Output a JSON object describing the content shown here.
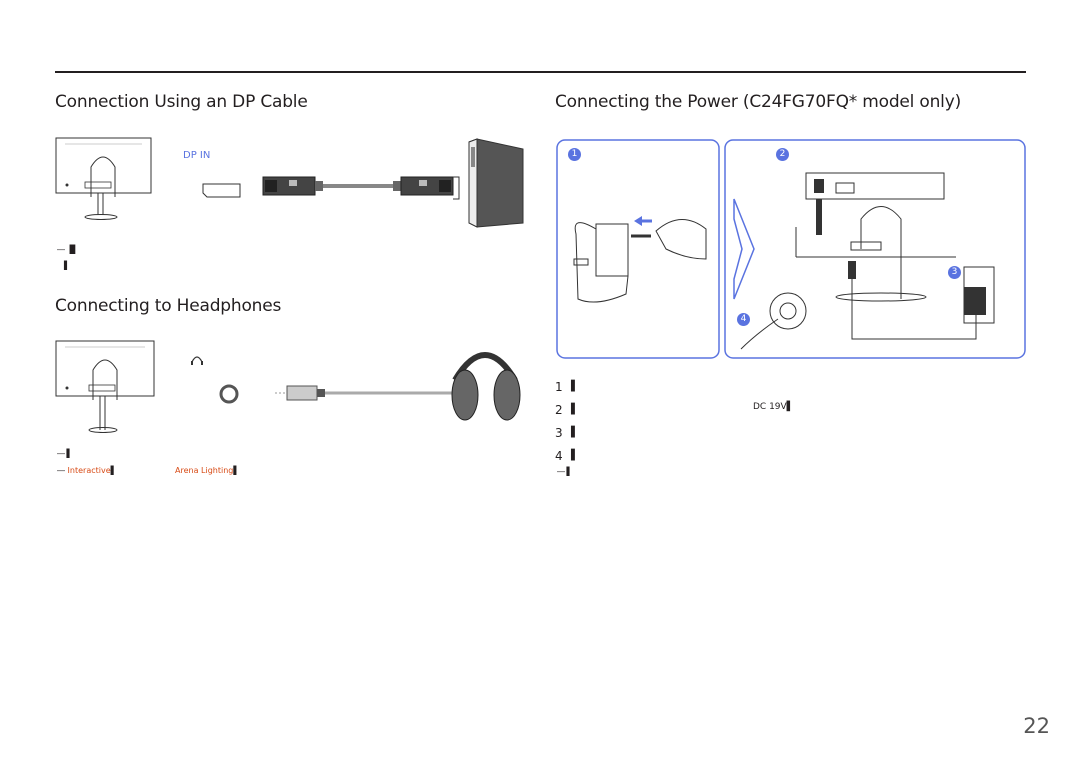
{
  "headings": {
    "dp": "Connection Using an DP Cable",
    "headphones": "Connecting to Headphones",
    "power": "Connecting the Power (C24FG70FQ* model only)"
  },
  "dp_figure": {
    "port_label": "DP IN"
  },
  "notes": {
    "dp_note_1": "― ▐▌",
    "dp_note_2": "▌",
    "hp_note_1": "― ▌",
    "hp_note_2_prefix": "― ",
    "hp_note_2_interactive": "Interactive",
    "hp_note_2_mid": "▌",
    "hp_note_2_arena": "Arena Lighting",
    "hp_note_2_end": "▌",
    "power_note": "― ▌"
  },
  "power_figure": {
    "badges": [
      "1",
      "2",
      "3",
      "4"
    ]
  },
  "steps": [
    {
      "num": "1",
      "text": "▌"
    },
    {
      "num": "2",
      "text": "▌",
      "extra": "DC 19V▌"
    },
    {
      "num": "3",
      "text": "▌"
    },
    {
      "num": "4",
      "text": "▌"
    }
  ],
  "page_number": "22",
  "colors": {
    "accent": "#5a73e0",
    "orange": "#d84b16",
    "text": "#231f20"
  }
}
